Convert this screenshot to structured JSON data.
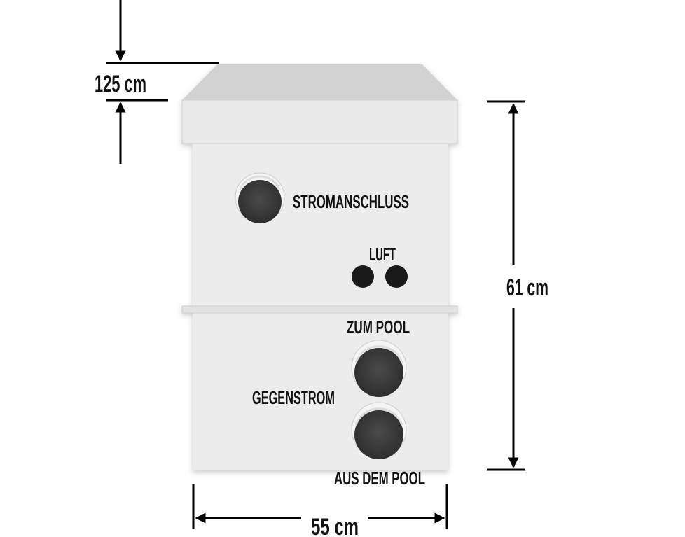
{
  "dimensions": {
    "lid_height": "125 cm",
    "height": "61 cm",
    "width": "55 cm"
  },
  "labels": {
    "power": "STROMANSCHLUSS",
    "air": "LUFT",
    "to_pool": "ZUM POOL",
    "counter_current": "GEGENSTROM",
    "from_pool": "AUS DEM POOL"
  },
  "colors": {
    "body": "#ebebeb",
    "lid_top": "#d4d4d4",
    "port": "#3a3a3a",
    "line": "#000000"
  }
}
